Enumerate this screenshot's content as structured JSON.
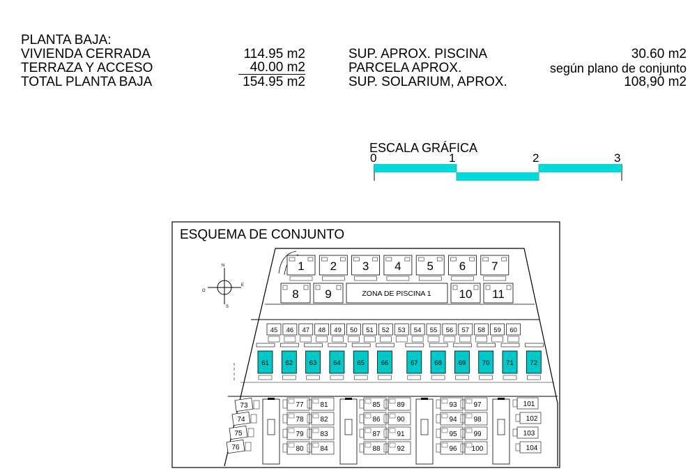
{
  "areas": {
    "heading": "PLANTA BAJA:",
    "rows": [
      {
        "label": "VIVIENDA CERRADA",
        "value": "114.95 m2"
      },
      {
        "label": "TERRAZA Y ACCESO",
        "value": "40.00 m2"
      },
      {
        "label": "TOTAL PLANTA BAJA",
        "value": "154.95 m2"
      }
    ],
    "extra": [
      {
        "label": "SUP.  APROX. PISCINA",
        "value": "30.60 m2"
      },
      {
        "label": "PARCELA APROX.",
        "value": "según plano de conjunto"
      },
      {
        "label": "SUP. SOLARIUM, APROX.",
        "value": "108,90 m2"
      }
    ]
  },
  "scale": {
    "title": "ESCALA GRÁFICA",
    "ticks": [
      "0",
      "1",
      "2",
      "3"
    ],
    "color": "#00d9d9"
  },
  "scheme": {
    "title": "ESQUEMA DE CONJUNTO",
    "pool_zone": "ZONA DE PISCINA 1",
    "compass": {
      "n": "N",
      "s": "S",
      "e": "E",
      "o": "O"
    },
    "row1": [
      "1",
      "2",
      "3",
      "4",
      "5",
      "6",
      "7"
    ],
    "row2_left": [
      "8",
      "9"
    ],
    "row2_right": [
      "10",
      "11"
    ],
    "row3": [
      "45",
      "46",
      "47",
      "48",
      "49",
      "50",
      "51",
      "52",
      "53",
      "54",
      "55",
      "56",
      "57",
      "58",
      "59",
      "60"
    ],
    "row4": [
      "61",
      "62",
      "63",
      "64",
      "65",
      "66",
      "67",
      "68",
      "69",
      "70",
      "71",
      "72"
    ],
    "left_col": [
      "73",
      "74",
      "75",
      "76"
    ],
    "grid_groups": [
      [
        "77",
        "78",
        "79",
        "80"
      ],
      [
        "81",
        "82",
        "83",
        "84"
      ],
      [
        "85",
        "86",
        "87",
        "88"
      ],
      [
        "89",
        "90",
        "91",
        "92"
      ],
      [
        "93",
        "94",
        "95",
        "96"
      ],
      [
        "97",
        "98",
        "99",
        "100"
      ]
    ],
    "right_col": [
      "101",
      "102",
      "103",
      "104"
    ],
    "highlight_color": "#00c8c8"
  }
}
